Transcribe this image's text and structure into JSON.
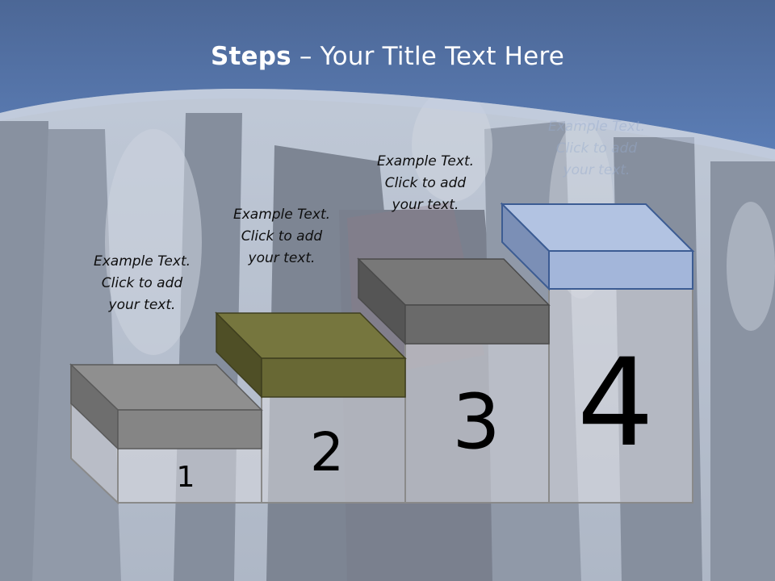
{
  "title": {
    "bold_part": "Steps",
    "rest": " – Your Title Text Here"
  },
  "steps": [
    {
      "number": "1",
      "caption": [
        "Example Text.",
        "Click  to add",
        "your text."
      ],
      "lid_color": "#8a8a8a"
    },
    {
      "number": "2",
      "caption": [
        "Example Text.",
        "Click  to add",
        "your text."
      ],
      "lid_color": "#6b6b34"
    },
    {
      "number": "3",
      "caption": [
        "Example Text.",
        "Click  to add",
        "your text."
      ],
      "lid_color": "#6a6a6a"
    },
    {
      "number": "4",
      "caption": [
        "Example Text.",
        "Click  to add",
        "your text."
      ],
      "lid_color": "#a9bde0"
    }
  ],
  "colors": {
    "header_blue": "#4b6fa6",
    "box_face": "#d7d8dc"
  }
}
